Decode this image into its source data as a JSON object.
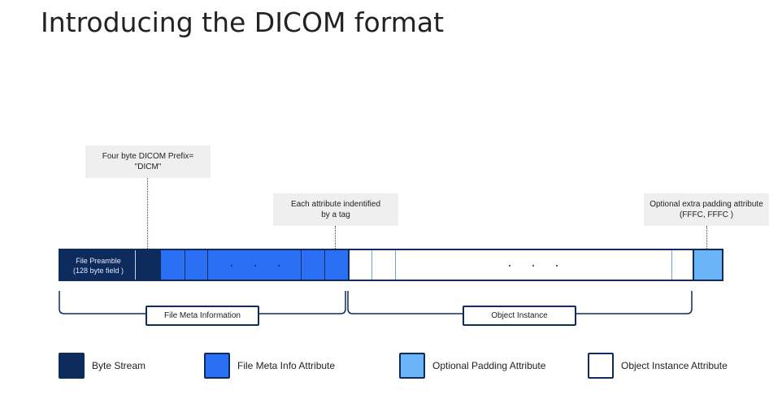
{
  "title": "Introducing the DICOM format",
  "colors": {
    "byte_stream": "#0d2b5c",
    "file_meta_info": "#2b6ff5",
    "optional_padding": "#6ab4f7",
    "object_instance": "#ffffff"
  },
  "callouts": {
    "prefix": "Four byte DICOM Prefix= \"DICM\"",
    "attribute_tag_line1": "Each attribute indentified",
    "attribute_tag_line2": "by a tag",
    "padding_line1": "Optional extra padding attribute",
    "padding_line2": "(FFFC, FFFC )"
  },
  "bar": {
    "preamble_line1": "File Preamble",
    "preamble_line2": "(128 byte field )"
  },
  "brackets": {
    "file_meta": "File Meta Information",
    "object_instance": "Object Instance"
  },
  "legend": [
    {
      "label": "Byte Stream"
    },
    {
      "label": "File Meta Info Attribute"
    },
    {
      "label": "Optional Padding Attribute"
    },
    {
      "label": "Object Instance Attribute"
    }
  ]
}
